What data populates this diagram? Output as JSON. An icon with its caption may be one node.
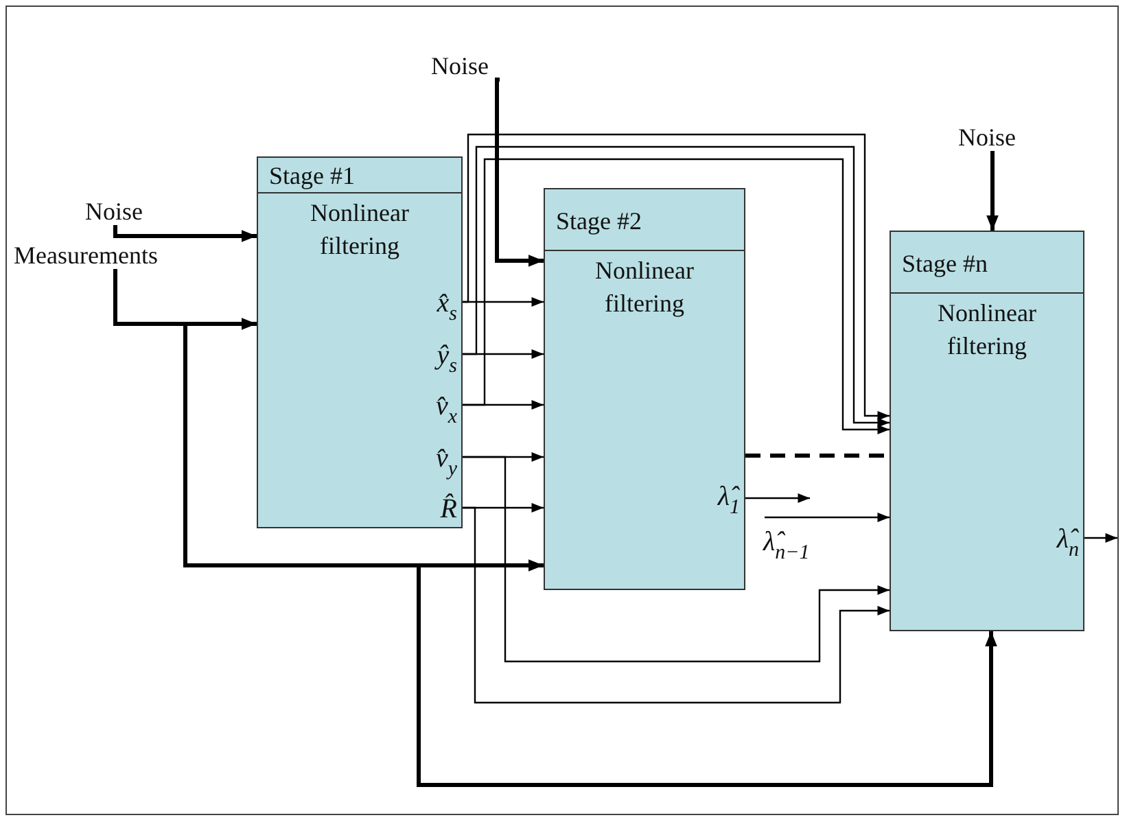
{
  "diagram": {
    "nodes": [
      {
        "text": [
          "Noise"
        ]
      },
      {
        "text": [
          "Measurements"
        ]
      },
      {
        "text": [
          "Noise"
        ]
      },
      {
        "text": [
          "Noise"
        ]
      },
      {
        "text": [
          "Stage #1",
          "Nonlinear filtering",
          "x̂$_{s}$",
          "ŷ$_{s}$",
          "v̂$_{x}$",
          "v̂$_{y}$",
          "R̂"
        ]
      },
      {
        "text": [
          "Stage #2",
          "Nonlinear filtering",
          "λ̂$_{1}$"
        ]
      },
      {
        "text": [
          "Stage #n",
          "Nonlinear filtering",
          "λ̂$_{n}$"
        ]
      }
    ],
    "edges": [
      {
        "from": 0,
        "to": 4,
        "arrow": "to",
        "style": "thick"
      },
      {
        "from": 1,
        "to": 4,
        "arrow": "to",
        "style": "thick"
      },
      {
        "from": 1,
        "to": 5,
        "arrow": "to",
        "style": "thick"
      },
      {
        "from": 1,
        "to": 6,
        "arrow": "to",
        "style": "thick"
      },
      {
        "from": 2,
        "to": 5,
        "arrow": "to",
        "style": "thick"
      },
      {
        "from": 3,
        "to": 6,
        "arrow": "to",
        "style": "thick"
      },
      {
        "from": 4,
        "to": 5,
        "arrow": "to"
      },
      {
        "from": 4,
        "to": 5,
        "arrow": "to"
      },
      {
        "from": 4,
        "to": 5,
        "arrow": "to"
      },
      {
        "from": 4,
        "to": 5,
        "arrow": "to"
      },
      {
        "from": 4,
        "to": 5,
        "arrow": "to"
      },
      {
        "from": 4,
        "to": 6,
        "arrow": "to"
      },
      {
        "from": 4,
        "to": 6,
        "arrow": "to"
      },
      {
        "from": 4,
        "to": 6,
        "arrow": "to"
      },
      {
        "from": 4,
        "to": 6,
        "arrow": "to"
      },
      {
        "from": 4,
        "to": 6,
        "arrow": "to"
      },
      {
        "from": 5,
        "to": 6,
        "arrow": "none",
        "style": "dashed"
      },
      {
        "from": 5,
        "to": null,
        "arrow": "to"
      },
      {
        "from": null,
        "to": 6,
        "arrow": "to",
        "label": "λ̂$_{n−1}$"
      },
      {
        "from": 6,
        "to": null,
        "arrow": "to"
      }
    ]
  }
}
